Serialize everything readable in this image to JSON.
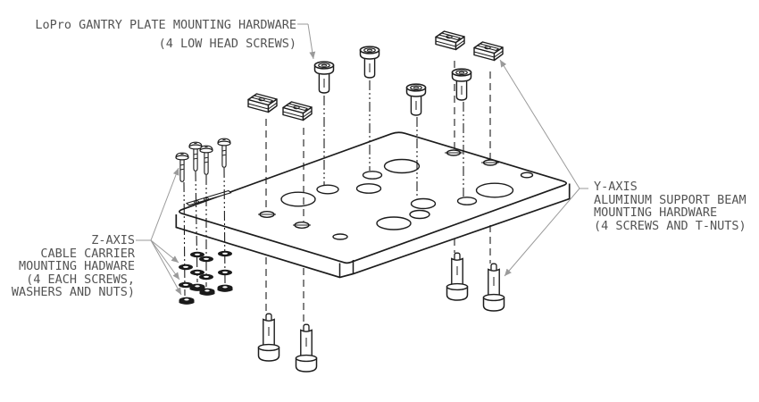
{
  "drawing": {
    "type": "exploded-assembly-diagram",
    "subject": "gantry plate mounting hardware",
    "colors": {
      "background": "#ffffff",
      "line": "#1c1c1c",
      "leader": "#9a9a9a",
      "text": "#545454",
      "hardware_fill": "#1a1a1a"
    }
  },
  "callouts": {
    "gantry_plate": {
      "lines": [
        "LoPro GANTRY PLATE MOUNTING HARDWARE",
        "(4 LOW HEAD SCREWS)"
      ]
    },
    "y_axis": {
      "lines": [
        "Y-AXIS",
        "ALUMINUM SUPPORT BEAM",
        "MOUNTING HARDWARE",
        "(4 SCREWS AND T-NUTS)"
      ]
    },
    "z_axis": {
      "lines": [
        "Z-AXIS",
        "CABLE CARRIER",
        "MOUNTING HADWARE",
        "(4 EACH SCREWS,",
        "WASHERS AND NUTS)"
      ]
    }
  },
  "parts": {
    "plate": {
      "name": "gantry-plate",
      "count": 1
    },
    "low_head_screws": {
      "name": "low-head-screw",
      "count": 4
    },
    "t_nuts": {
      "name": "t-nut",
      "count": 4
    },
    "socket_head_screws": {
      "name": "socket-head-screw",
      "count": 4
    },
    "pan_head_screws": {
      "name": "pan-head-screw",
      "count": 4
    },
    "washers": {
      "name": "washer",
      "count": 8
    },
    "hex_nuts": {
      "name": "hex-nut",
      "count": 4
    }
  }
}
